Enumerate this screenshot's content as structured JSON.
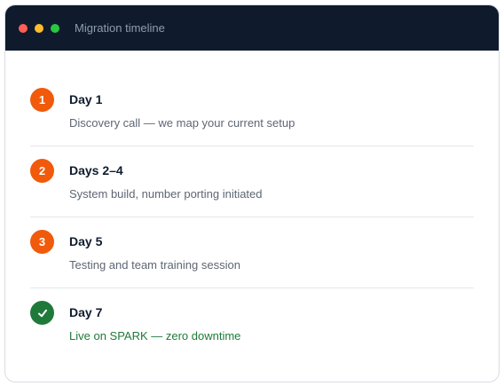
{
  "window": {
    "title": "Migration timeline"
  },
  "steps": [
    {
      "badge": "1",
      "title": "Day 1",
      "description": "Discovery call — we map your current setup",
      "status": "pending"
    },
    {
      "badge": "2",
      "title": "Days 2–4",
      "description": "System build, number porting initiated",
      "status": "pending"
    },
    {
      "badge": "3",
      "title": "Day 5",
      "description": "Testing and team training session",
      "status": "pending"
    },
    {
      "badge_icon": "check-icon",
      "title": "Day 7",
      "description": "Live on SPARK — zero downtime",
      "status": "done"
    }
  ],
  "colors": {
    "titlebar": "#0f1b2d",
    "step_accent": "#f05a0a",
    "success": "#1f7a3a"
  }
}
